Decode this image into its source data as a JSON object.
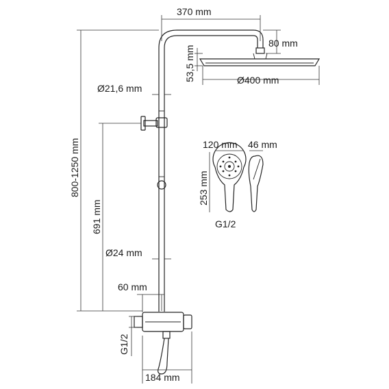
{
  "dimensions": {
    "arm_length": "370 mm",
    "arm_drop": "80 mm",
    "head_thickness": "53,5 mm",
    "head_diameter": "Ø400 mm",
    "pipe_upper_diameter": "Ø21,6 mm",
    "total_height": "800-1250 mm",
    "slider_height": "691 mm",
    "pipe_lower_diameter": "Ø24 mm",
    "mixer_offset": "60 mm",
    "inlet_thread": "G1/2",
    "mixer_width": "184 mm",
    "hand_shower_width": "120 mm",
    "hand_shower_depth": "46 mm",
    "hand_shower_length": "253 mm",
    "hand_shower_thread": "G1/2"
  },
  "colors": {
    "line": "#222222",
    "background": "#ffffff"
  }
}
